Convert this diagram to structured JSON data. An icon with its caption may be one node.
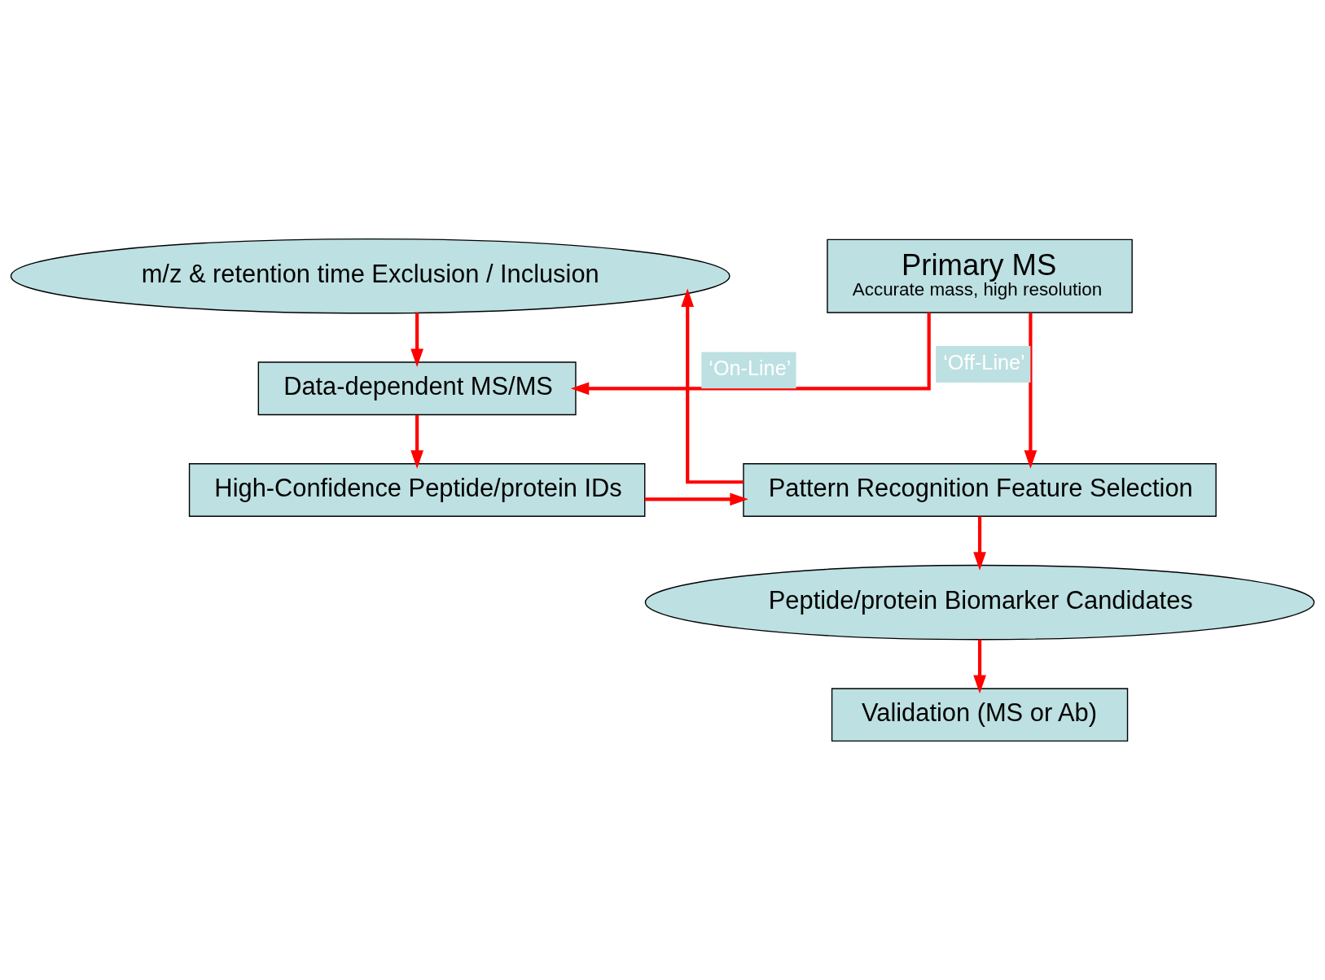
{
  "diagram": {
    "nodes": [
      {
        "text": [
          "Primary MS",
          "Accurate mass, high resolution"
        ]
      },
      {
        "text": [
          "m/z & retention time Exclusion / Inclusion"
        ]
      },
      {
        "text": [
          "Data-dependent MS/MS"
        ]
      },
      {
        "text": [
          "High-Confidence Peptide/protein IDs"
        ]
      },
      {
        "text": [
          "Pattern Recognition Feature Selection"
        ]
      },
      {
        "text": [
          "Peptide/protein Biomarker Candidates"
        ]
      },
      {
        "text": [
          "Validation (MS or Ab)"
        ]
      }
    ],
    "edges": [
      {
        "from": 0,
        "to": 2,
        "arrow": "to",
        "label": "‘On-Line’"
      },
      {
        "from": 0,
        "to": 4,
        "arrow": "to",
        "label": "‘Off-Line’"
      },
      {
        "from": 1,
        "to": 2,
        "arrow": "to"
      },
      {
        "from": 4,
        "to": 1,
        "arrow": "to"
      },
      {
        "from": 2,
        "to": 3,
        "arrow": "to"
      },
      {
        "from": 3,
        "to": 4,
        "arrow": "to"
      },
      {
        "from": 4,
        "to": 5,
        "arrow": "to"
      },
      {
        "from": 5,
        "to": 6,
        "arrow": "to"
      }
    ]
  }
}
